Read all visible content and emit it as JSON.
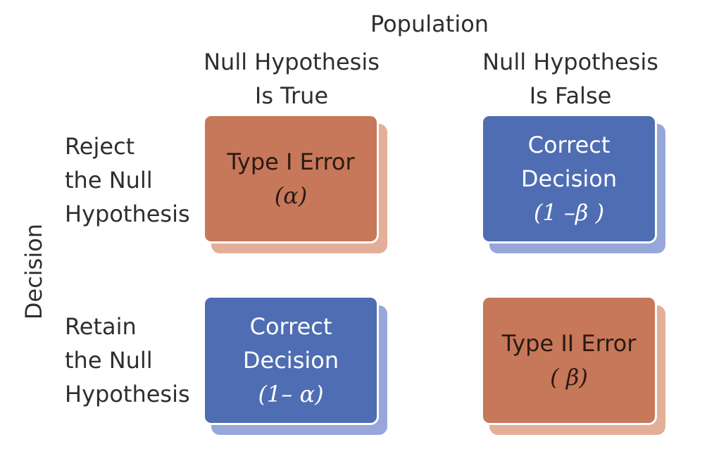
{
  "population_label": "Population",
  "decision_label": "Decision",
  "columns": [
    {
      "lines": [
        "Null Hypothesis",
        "Is True"
      ]
    },
    {
      "lines": [
        "Null Hypothesis",
        "Is False"
      ]
    }
  ],
  "rows": [
    {
      "lines": [
        "Reject",
        "the Null",
        "Hypothesis"
      ]
    },
    {
      "lines": [
        "Retain",
        "the Null",
        "Hypothesis"
      ]
    }
  ],
  "cells": {
    "reject_true": {
      "lines": [
        "Type I Error"
      ],
      "greek": "(α)",
      "color": "#c7775a"
    },
    "reject_false": {
      "lines": [
        "Correct",
        "Decision"
      ],
      "greek": "(1 –β )",
      "color": "#4f6db3"
    },
    "retain_true": {
      "lines": [
        "Correct",
        "Decision"
      ],
      "greek": "(1– α)",
      "color": "#4f6db3"
    },
    "retain_false": {
      "lines": [
        "Type II Error"
      ],
      "greek": "( β)",
      "color": "#c7775a"
    }
  }
}
